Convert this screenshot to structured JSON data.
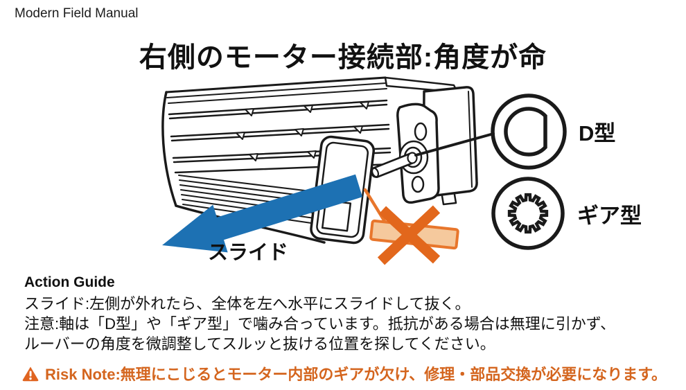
{
  "brand": "Modern Field Manual",
  "title": "右側のモーター接続部:角度が命",
  "figure": {
    "slide_label": "スライド",
    "d_type_label": "D型",
    "gear_type_label": "ギア型",
    "colors": {
      "arrow_blue": "#1d71b3",
      "warn_orange": "#e2671c",
      "warn_orange_light": "#f5c99d",
      "line_black": "#1a1a1a"
    }
  },
  "action_guide": {
    "heading": "Action Guide",
    "lines": [
      "スライド:左側が外れたら、全体を左へ水平にスライドして抜く。",
      "注意:軸は「D型」や「ギア型」で噛み合っています。抵抗がある場合は無理に引かず、",
      "ルーバーの角度を微調整してスルッと抜ける位置を探してください。"
    ]
  },
  "risk_note": {
    "label": "Risk Note:",
    "text": "無理にこじるとモーター内部のギアが欠け、修理・部品交換が必要になります。",
    "color": "#d4651e"
  }
}
